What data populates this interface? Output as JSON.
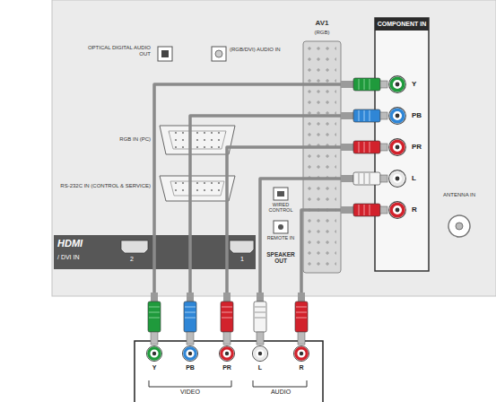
{
  "diagram": {
    "nodes": [
      {
        "text": [
          "COMPONENT IN"
        ]
      },
      {
        "text": [
          "Y"
        ],
        "in": 0
      },
      {
        "text": [
          "PB"
        ],
        "in": 0
      },
      {
        "text": [
          "PR"
        ],
        "in": 0
      },
      {
        "text": [
          "L"
        ],
        "in": 0
      },
      {
        "text": [
          "R"
        ],
        "in": 0
      },
      {
        "text": [
          "VIDEO",
          "AUDIO"
        ]
      },
      {
        "text": [
          "Y"
        ],
        "in": 6
      },
      {
        "text": [
          "PB"
        ],
        "in": 6
      },
      {
        "text": [
          "PR"
        ],
        "in": 6
      },
      {
        "text": [
          "L"
        ],
        "in": 6
      },
      {
        "text": [
          "R"
        ],
        "in": 6
      }
    ],
    "edges": [
      {
        "from": 7,
        "to": 1,
        "arrow": "none"
      },
      {
        "from": 8,
        "to": 2,
        "arrow": "none"
      },
      {
        "from": 9,
        "to": 3,
        "arrow": "none"
      },
      {
        "from": 10,
        "to": 4,
        "arrow": "none"
      },
      {
        "from": 11,
        "to": 5,
        "arrow": "none"
      }
    ],
    "labels": [
      "OPTICAL DIGITAL AUDIO OUT",
      "(RGB/DVI) AUDIO IN",
      "AV1",
      "(RGB)",
      "RGB IN (PC)",
      "RS-232C IN (CONTROL & SERVICE)",
      "WIRED CONTROL",
      "REMOTE IN",
      "SPEAKER OUT",
      "HDMI",
      "/ DVI IN",
      "2",
      "1",
      "ANTENNA IN"
    ]
  }
}
